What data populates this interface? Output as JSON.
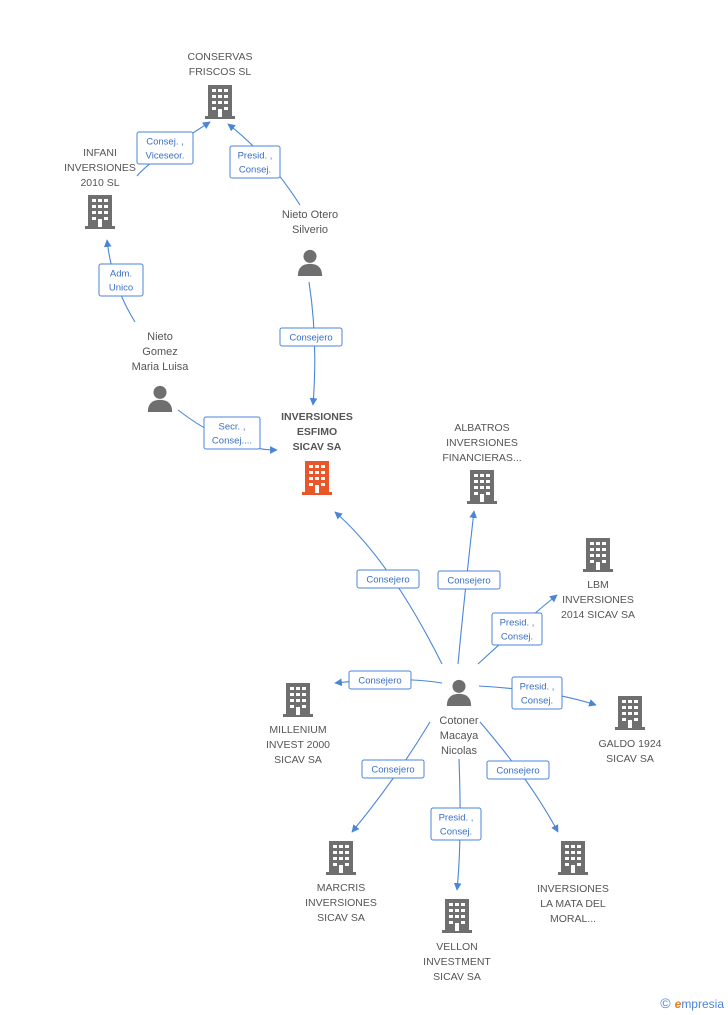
{
  "nodes": [
    {
      "id": "conservas",
      "kind": "company",
      "lines": [
        "CONSERVAS",
        "FRISCOS SL"
      ]
    },
    {
      "id": "infani",
      "kind": "company",
      "lines": [
        "INFANI",
        "INVERSIONES",
        "2010 SL"
      ]
    },
    {
      "id": "nieto-otero",
      "kind": "person",
      "lines": [
        "Nieto Otero",
        "Silverio"
      ]
    },
    {
      "id": "nieto-gomez",
      "kind": "person",
      "lines": [
        "Nieto",
        "Gomez",
        "Maria Luisa"
      ]
    },
    {
      "id": "esfimo",
      "kind": "company-main",
      "lines": [
        "INVERSIONES",
        "ESFIMO",
        "SICAV SA"
      ]
    },
    {
      "id": "albatros",
      "kind": "company",
      "lines": [
        "ALBATROS",
        "INVERSIONES",
        "FINANCIERAS..."
      ]
    },
    {
      "id": "lbm",
      "kind": "company",
      "lines": [
        "LBM",
        "INVERSIONES",
        "2014 SICAV SA"
      ]
    },
    {
      "id": "millenium",
      "kind": "company",
      "lines": [
        "MILLENIUM",
        "INVEST 2000",
        "SICAV SA"
      ]
    },
    {
      "id": "cotoner",
      "kind": "person",
      "lines": [
        "Cotoner",
        "Macaya",
        "Nicolas"
      ]
    },
    {
      "id": "galdo",
      "kind": "company",
      "lines": [
        "GALDO 1924",
        "SICAV SA"
      ]
    },
    {
      "id": "marcris",
      "kind": "company",
      "lines": [
        "MARCRIS",
        "INVERSIONES",
        "SICAV SA"
      ]
    },
    {
      "id": "vellon",
      "kind": "company",
      "lines": [
        "VELLON",
        "INVESTMENT",
        "SICAV SA"
      ]
    },
    {
      "id": "lamata",
      "kind": "company",
      "lines": [
        "INVERSIONES",
        "LA MATA DEL",
        "MORAL..."
      ]
    }
  ],
  "edges": [
    {
      "from": "infani",
      "to": "conservas",
      "label": [
        "Consej. ,",
        "Viceseor."
      ]
    },
    {
      "from": "nieto-otero",
      "to": "conservas",
      "label": [
        "Presid. ,",
        "Consej."
      ]
    },
    {
      "from": "nieto-gomez",
      "to": "infani",
      "label": [
        "Adm.",
        "Unico"
      ]
    },
    {
      "from": "nieto-otero",
      "to": "esfimo",
      "label": [
        "Consejero"
      ]
    },
    {
      "from": "nieto-gomez",
      "to": "esfimo",
      "label": [
        "Secr. ,",
        "Consej...."
      ]
    },
    {
      "from": "cotoner",
      "to": "esfimo",
      "label": [
        "Consejero"
      ]
    },
    {
      "from": "cotoner",
      "to": "albatros",
      "label": [
        "Consejero"
      ]
    },
    {
      "from": "cotoner",
      "to": "lbm",
      "label": [
        "Presid. ,",
        "Consej."
      ]
    },
    {
      "from": "cotoner",
      "to": "millenium",
      "label": [
        "Consejero"
      ]
    },
    {
      "from": "cotoner",
      "to": "galdo",
      "label": [
        "Presid. ,",
        "Consej."
      ]
    },
    {
      "from": "cotoner",
      "to": "marcris",
      "label": [
        "Consejero"
      ]
    },
    {
      "from": "cotoner",
      "to": "vellon",
      "label": [
        "Presid. ,",
        "Consej."
      ]
    },
    {
      "from": "cotoner",
      "to": "lamata",
      "label": [
        "Consejero"
      ]
    }
  ],
  "colors": {
    "company": "#6f6f6f",
    "main": "#e8562a",
    "person": "#6f6f6f",
    "edge": "#4a86d8"
  },
  "brand": {
    "copyright": "©",
    "name": "mpresia",
    "initial": "e"
  }
}
